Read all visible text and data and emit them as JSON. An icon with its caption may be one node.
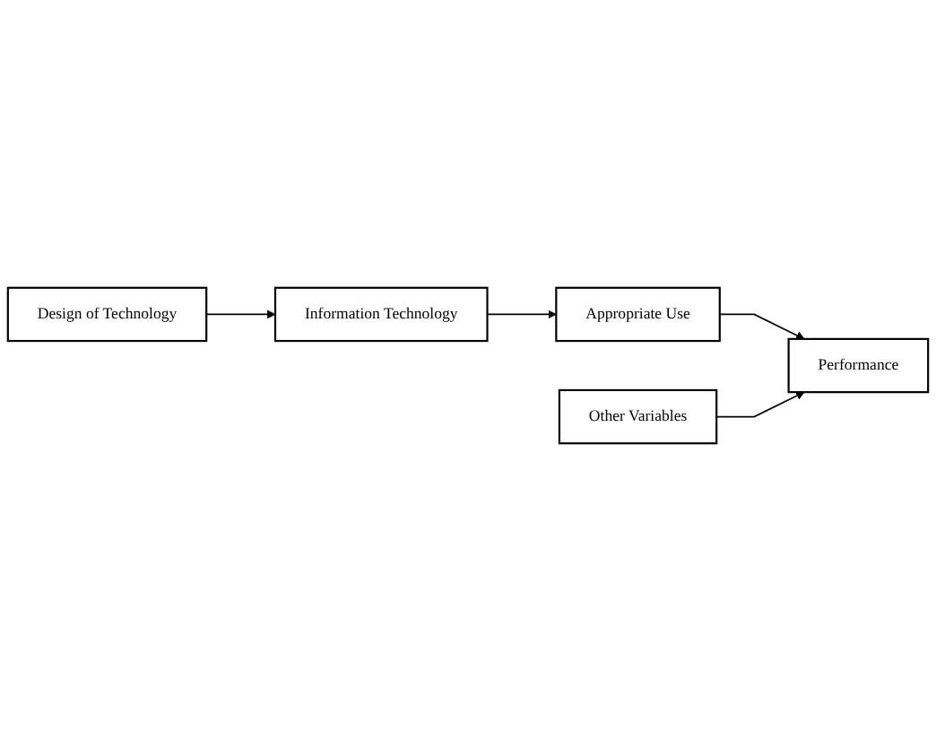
{
  "diagram": {
    "nodes": [
      {
        "text": [
          "Design of Technology"
        ]
      },
      {
        "text": [
          "Information Technology"
        ]
      },
      {
        "text": [
          "Appropriate Use"
        ]
      },
      {
        "text": [
          "Other Variables"
        ]
      },
      {
        "text": [
          "Performance"
        ]
      }
    ],
    "edges": [
      {
        "from": 0,
        "to": 1,
        "arrow": "to"
      },
      {
        "from": 1,
        "to": 2,
        "arrow": "to"
      },
      {
        "from": 2,
        "to": 4,
        "arrow": "to"
      },
      {
        "from": 3,
        "to": 4,
        "arrow": "to"
      }
    ]
  }
}
